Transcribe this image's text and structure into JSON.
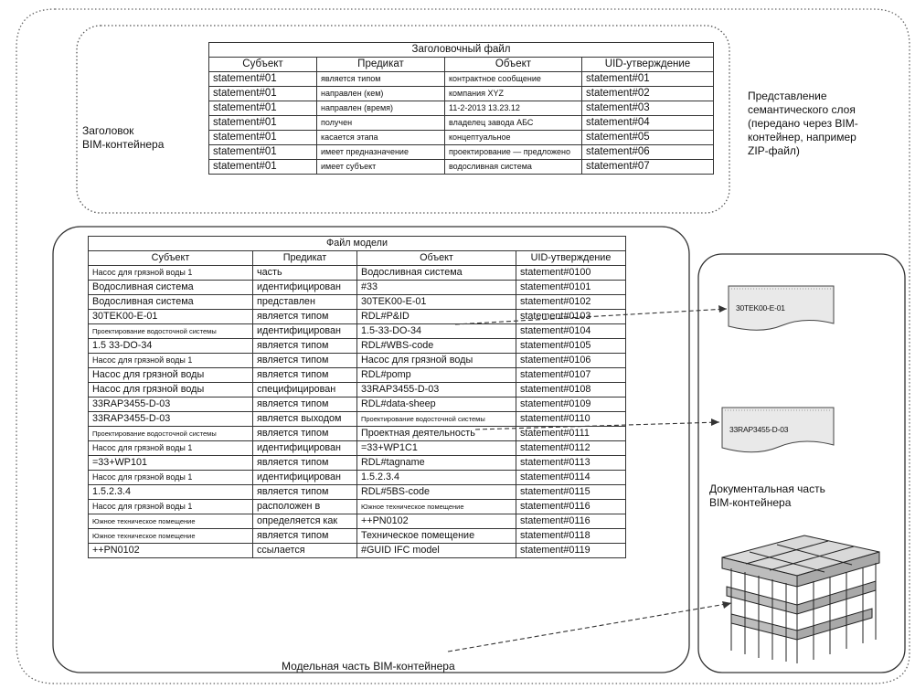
{
  "header_section": {
    "label_line1": "Заголовок",
    "label_line2": "BIM-контейнера",
    "table_title": "Заголовочный файл",
    "columns": [
      "Субъект",
      "Предикат",
      "Объект",
      "UID-утверждение"
    ],
    "rows": [
      [
        "statement#01",
        "является типом",
        "контрактное сообщение",
        "statement#01"
      ],
      [
        "statement#01",
        "направлен (кем)",
        "компания XYZ",
        "statement#02"
      ],
      [
        "statement#01",
        "направлен (время)",
        "11-2-2013 13.23.12",
        "statement#03"
      ],
      [
        "statement#01",
        "получен",
        "владелец завода АБС",
        "statement#04"
      ],
      [
        "statement#01",
        "касается этапа",
        "концептуальное",
        "statement#05"
      ],
      [
        "statement#01",
        "имеет предназначение",
        "проектирование — предложено",
        "statement#06"
      ],
      [
        "statement#01",
        "имеет субъект",
        "водосливная система",
        "statement#07"
      ]
    ]
  },
  "semantic_note": [
    "Представление",
    "семантического слоя",
    "(передано через BIM-",
    "контейнер, например",
    "ZIP-файл)"
  ],
  "model_section": {
    "table_title": "Файл модели",
    "columns": [
      "Субъект",
      "Предикат",
      "Объект",
      "UID-утверждение"
    ],
    "rows": [
      [
        "Насос для грязной воды 1",
        "часть",
        "Водосливная система",
        "statement#0100"
      ],
      [
        "Водосливная система",
        "идентифицирован",
        "#33",
        "statement#0101"
      ],
      [
        "Водосливная система",
        "представлен",
        "30TEK00-E-01",
        "statement#0102"
      ],
      [
        "30TEK00-E-01",
        "является типом",
        "RDL#P&ID",
        "statement#0103"
      ],
      [
        "Проектирование водосточной системы",
        "идентифицирован",
        "1.5-33-DO-34",
        "statement#0104"
      ],
      [
        "1.5 33-DO-34",
        "является типом",
        "RDL#WBS-code",
        "statement#0105"
      ],
      [
        "Насос для грязной воды 1",
        "является типом",
        "Насос для грязной воды",
        "statement#0106"
      ],
      [
        "Насос для грязной воды",
        "является типом",
        "RDL#pomp",
        "statement#0107"
      ],
      [
        "Насос для грязной воды",
        "специфицирован",
        "33RAP3455-D-03",
        "statement#0108"
      ],
      [
        "33RAP3455-D-03",
        "является типом",
        "RDL#data-sheep",
        "statement#0109"
      ],
      [
        "33RAP3455-D-03",
        "является выходом",
        "Проектирование водосточной системы",
        "statement#0110"
      ],
      [
        "Проектирование водосточной системы",
        "является типом",
        "Проектная деятельность",
        "statement#0111"
      ],
      [
        "Насос для грязной воды 1",
        "идентифицирован",
        "=33+WP1C1",
        "statement#0112"
      ],
      [
        "=33+WP101",
        "является типом",
        "RDL#tagname",
        "statement#0113"
      ],
      [
        "Насос для грязной воды 1",
        "идентифицирован",
        "1.5.2.3.4",
        "statement#0114"
      ],
      [
        "1.5.2.3.4",
        "является типом",
        "RDL#5BS-code",
        "statement#0115"
      ],
      [
        "Насос для грязной воды 1",
        "расположен в",
        "Южное техническое помещение",
        "statement#0116"
      ],
      [
        "Южное техническое помещение",
        "определяется как",
        "++PN0102",
        "statement#0116"
      ],
      [
        "Южное техническое помещение",
        "является типом",
        "Техническое помещение",
        "statement#0118"
      ],
      [
        "++PN0102",
        "ссылается",
        "#GUID IFC model",
        "statement#0119"
      ]
    ],
    "caption": "Модельная часть BIM-контейнера"
  },
  "document_section": {
    "doc1_label": "30TEK00-E-01",
    "doc2_label": "33RAP3455-D-03",
    "caption_line1": "Документальная часть",
    "caption_line2": "BIM-контейнера"
  }
}
